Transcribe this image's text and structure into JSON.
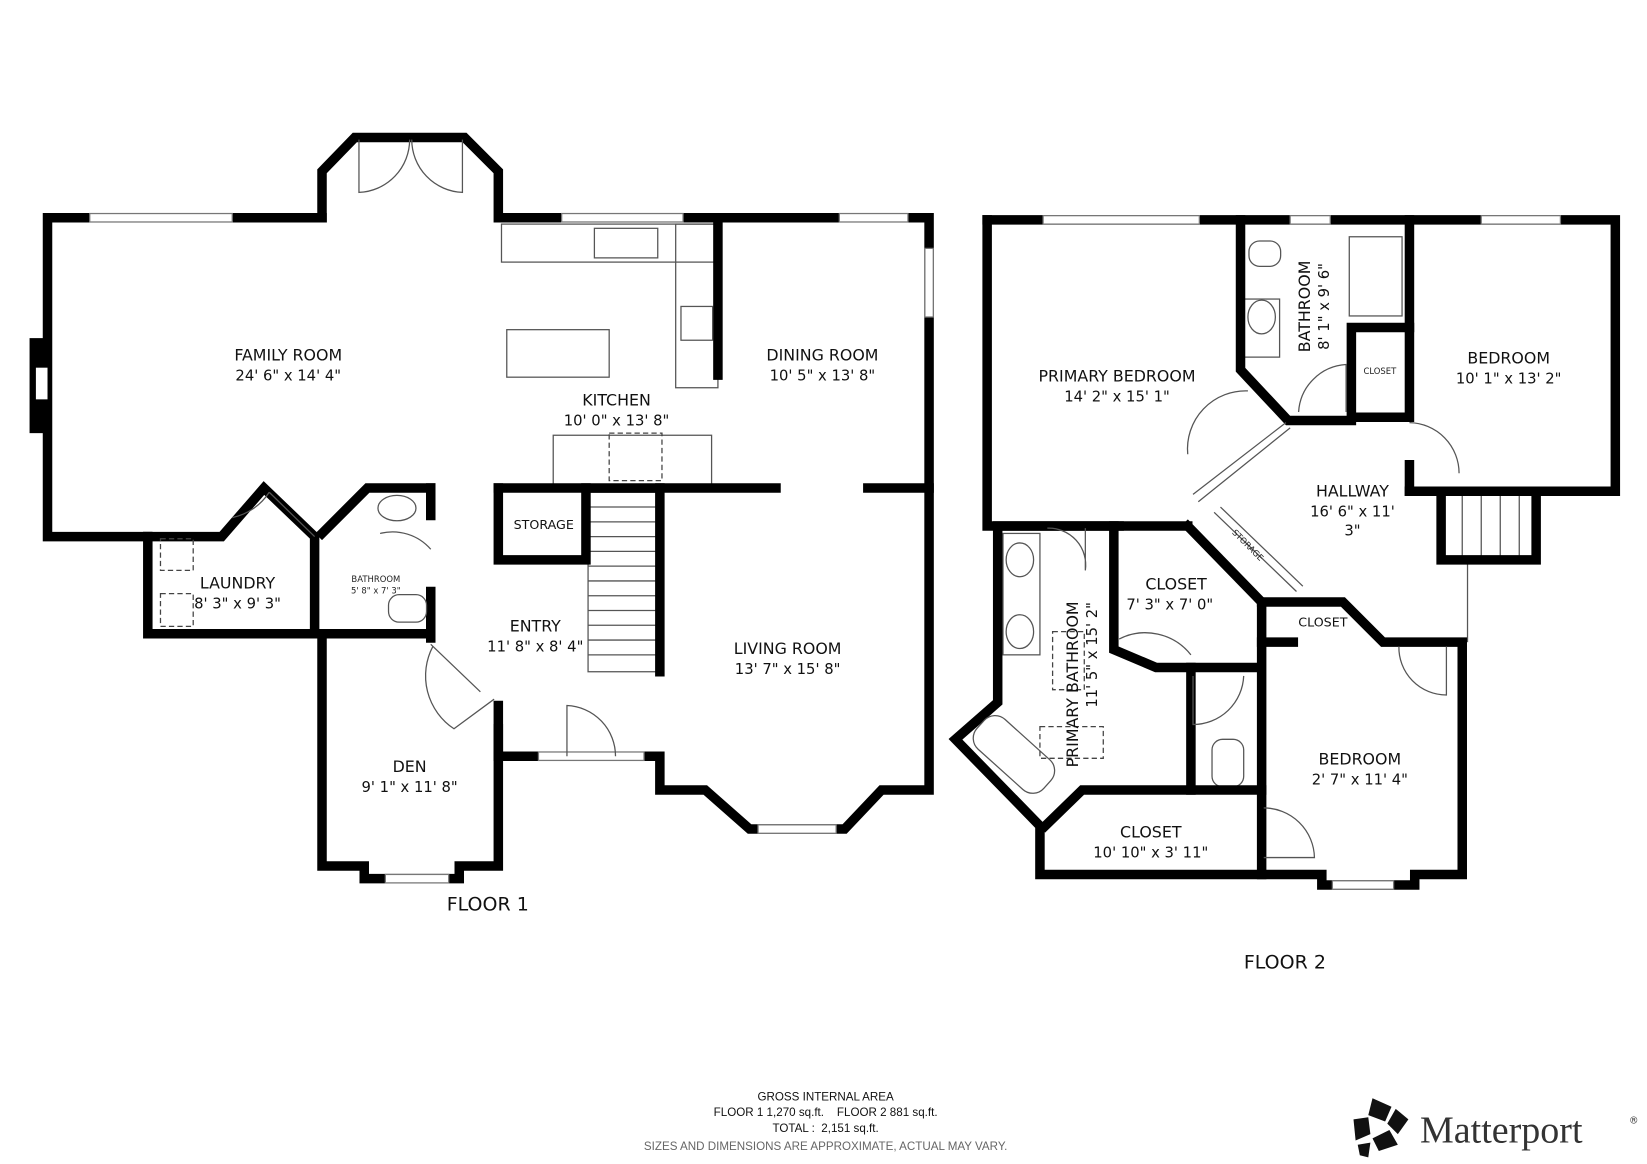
{
  "floor1": {
    "label": "FLOOR 1",
    "rooms": {
      "family_room": {
        "name": "FAMILY ROOM",
        "dims": "24' 6\" x 14' 4\""
      },
      "kitchen": {
        "name": "KITCHEN",
        "dims": "10' 0\" x 13' 8\""
      },
      "dining_room": {
        "name": "DINING ROOM",
        "dims": "10' 5\" x 13' 8\""
      },
      "storage": {
        "name": "STORAGE"
      },
      "laundry": {
        "name": "LAUNDRY",
        "dims": "8' 3\" x 9' 3\""
      },
      "bathroom": {
        "name": "BATHROOM",
        "dims": "5' 8\" x 7' 3\""
      },
      "entry": {
        "name": "ENTRY",
        "dims": "11' 8\" x 8' 4\""
      },
      "living_room": {
        "name": "LIVING ROOM",
        "dims": "13' 7\" x 15' 8\""
      },
      "den": {
        "name": "DEN",
        "dims": "9' 1\" x 11' 8\""
      }
    }
  },
  "floor2": {
    "label": "FLOOR 2",
    "rooms": {
      "primary_bedroom": {
        "name": "PRIMARY BEDROOM",
        "dims": "14' 2\" x 15' 1\""
      },
      "bathroom": {
        "name": "BATHROOM",
        "dims": "8' 1\" x 9' 6\""
      },
      "closet_small": {
        "name": "CLOSET"
      },
      "bedroom_1": {
        "name": "BEDROOM",
        "dims": "10' 1\" x 13' 2\""
      },
      "hallway": {
        "name": "HALLWAY",
        "dims_line1": "16' 6\" x 11'",
        "dims_line2": "3\""
      },
      "storage": {
        "name": "STORAGE"
      },
      "closet_1": {
        "name": "CLOSET",
        "dims": "7' 3\" x 7' 0\""
      },
      "closet_2": {
        "name": "CLOSET"
      },
      "primary_bathroom": {
        "name": "PRIMARY BATHROOM",
        "dims": "11' 5\" x 15' 2\""
      },
      "bedroom_2": {
        "name": "BEDROOM",
        "dims": "2' 7\" x 11' 4\""
      },
      "closet_3": {
        "name": "CLOSET",
        "dims": "10' 10\" x 3' 11\""
      }
    }
  },
  "footer": {
    "heading": "GROSS INTERNAL AREA",
    "floor_areas": "FLOOR 1 1,270 sq.ft.    FLOOR 2 881 sq.ft.",
    "total": "TOTAL :  2,151 sq.ft.",
    "disclaimer": "SIZES AND DIMENSIONS ARE APPROXIMATE, ACTUAL MAY VARY."
  },
  "logo": {
    "text": "Matterport",
    "mark": "®"
  }
}
